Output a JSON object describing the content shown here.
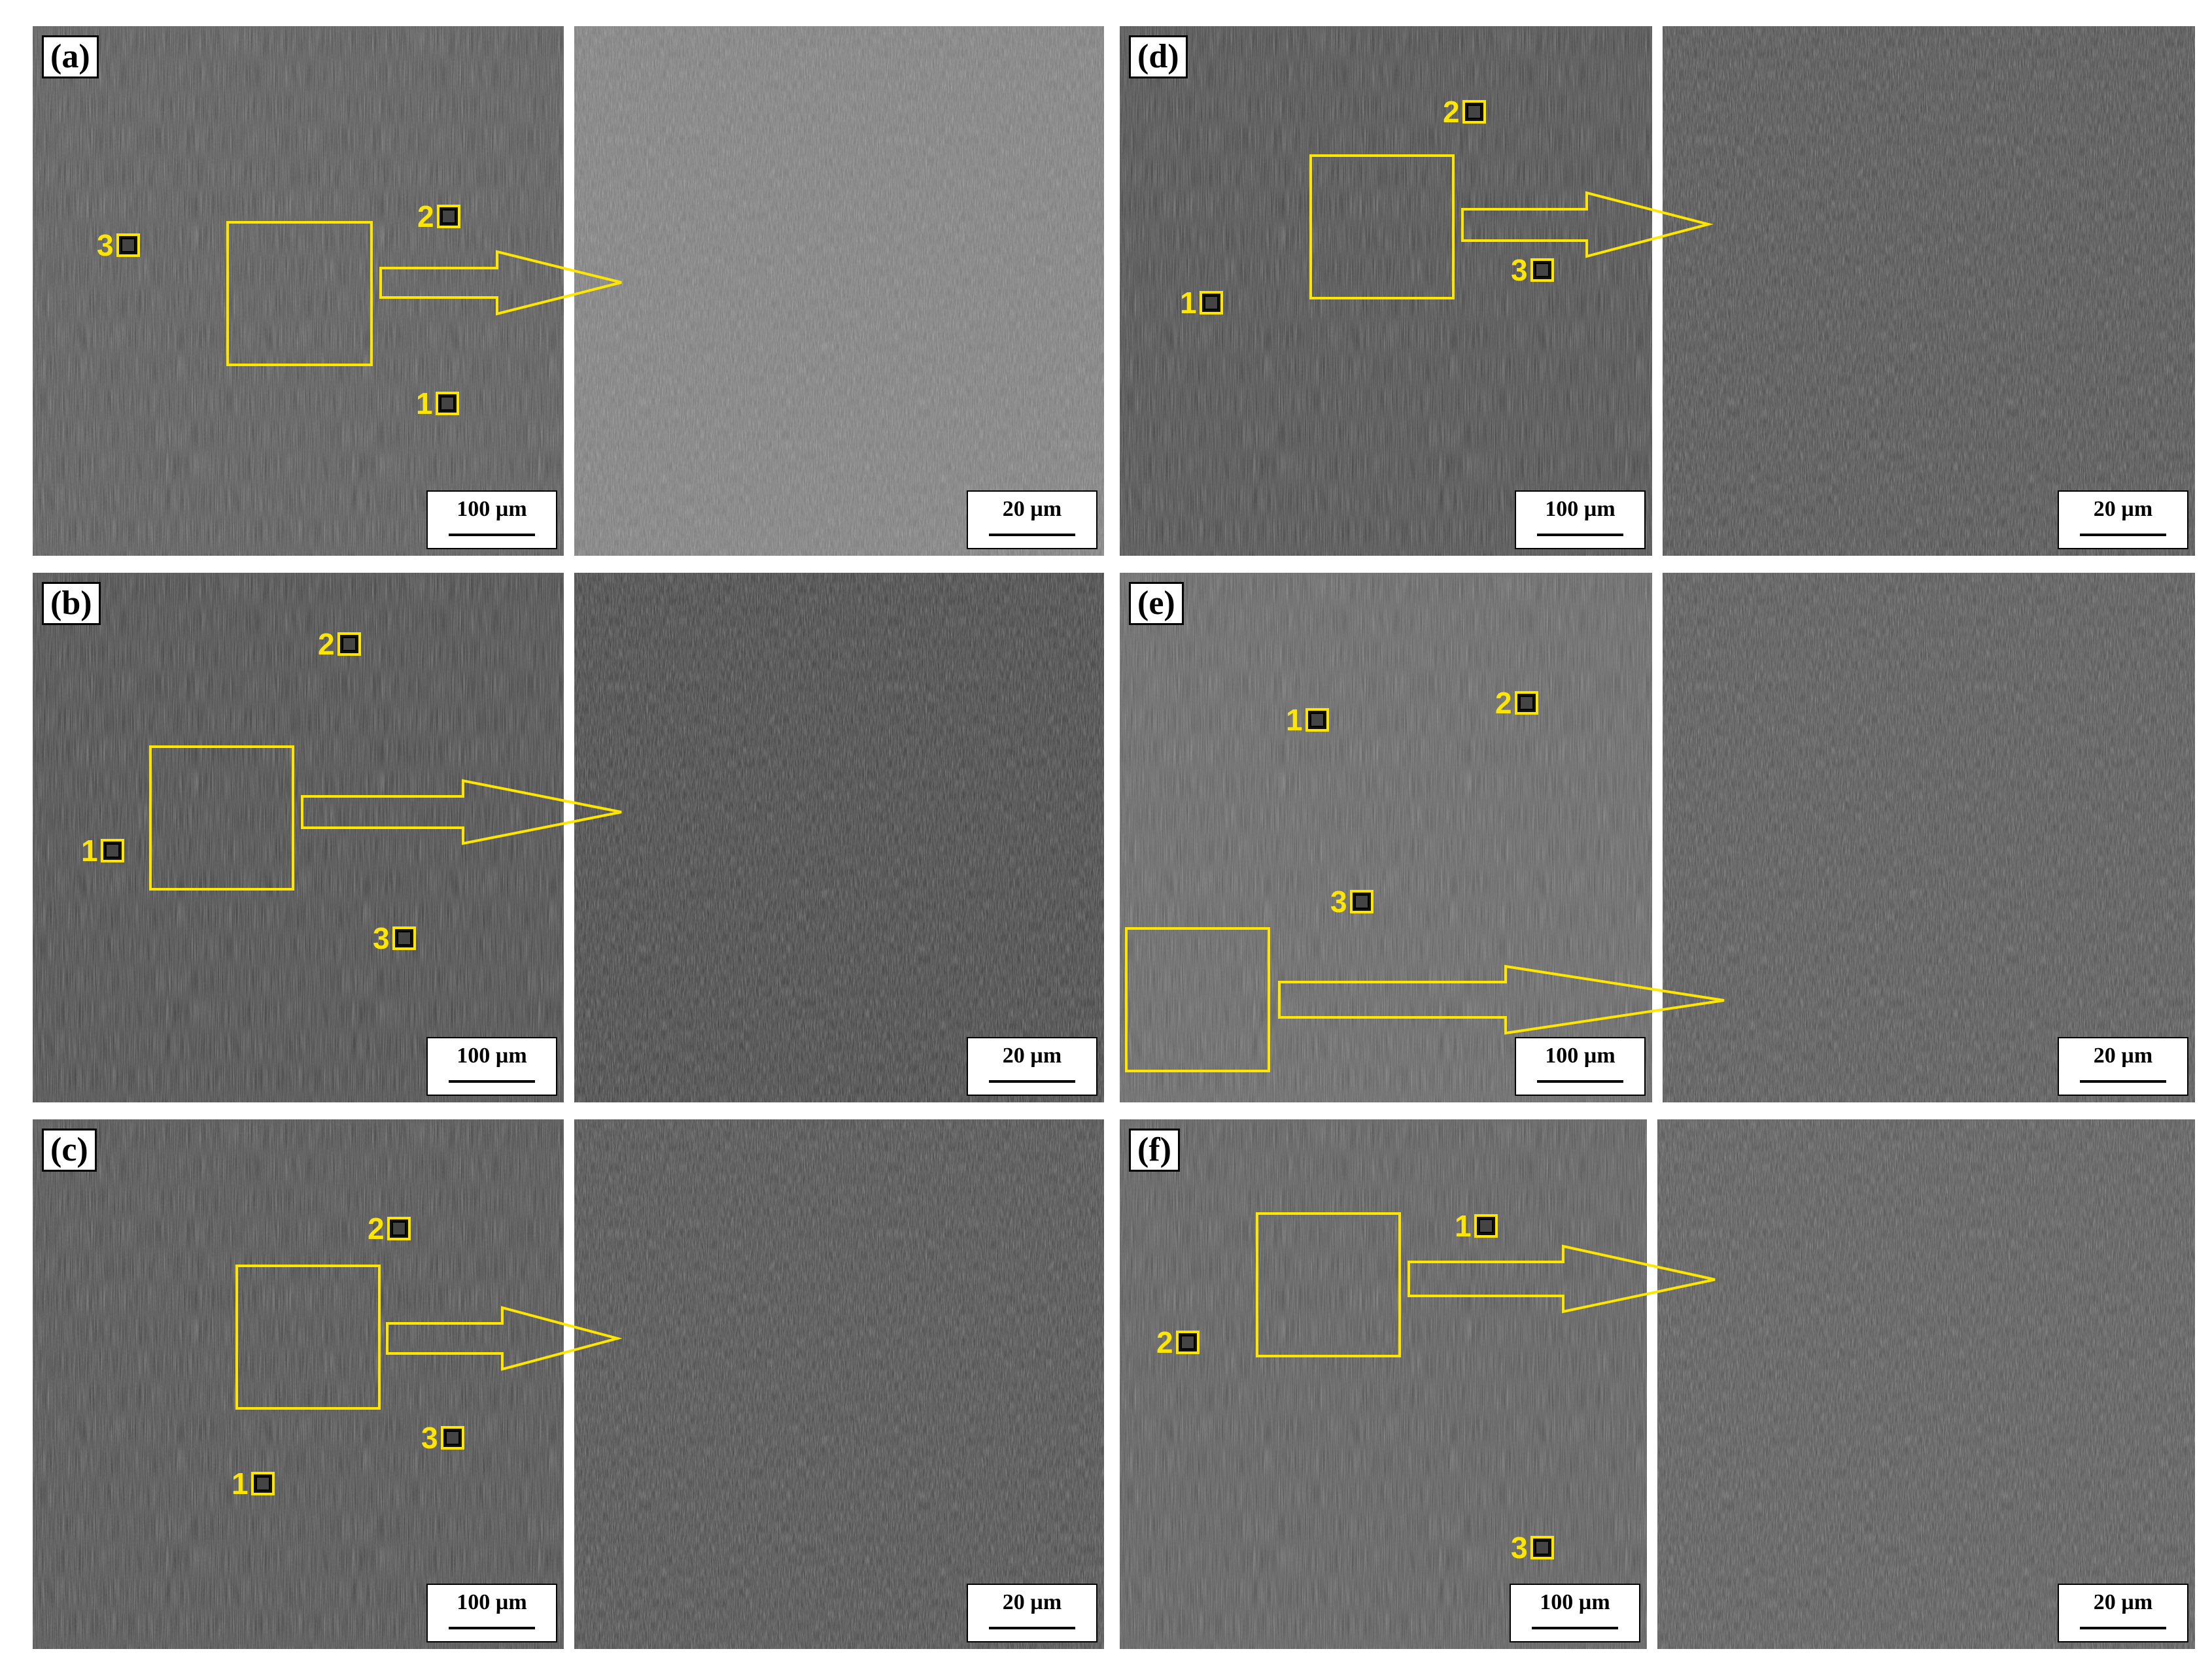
{
  "figure": {
    "rows": [
      [
        {
          "label": "(a)",
          "scale_low": "100 µm",
          "scale_high": "20 µm",
          "markers": [
            "1",
            "2",
            "3"
          ]
        },
        {
          "label": "(d)",
          "scale_low": "100 µm",
          "scale_high": "20 µm",
          "markers": [
            "1",
            "2",
            "3"
          ]
        }
      ],
      [
        {
          "label": "(b)",
          "scale_low": "100 µm",
          "scale_high": "20 µm",
          "markers": [
            "1",
            "2",
            "3"
          ]
        },
        {
          "label": "(e)",
          "scale_low": "100 µm",
          "scale_high": "20 µm",
          "markers": [
            "1",
            "2",
            "3"
          ]
        }
      ],
      [
        {
          "label": "(c)",
          "scale_low": "100 µm",
          "scale_high": "20 µm",
          "markers": [
            "1",
            "2",
            "3"
          ]
        },
        {
          "label": "(f)",
          "scale_low": "100 µm",
          "scale_high": "20 µm",
          "markers": [
            "1",
            "2",
            "3"
          ]
        }
      ]
    ]
  },
  "colors": {
    "annotation": "#ffe600",
    "sem_dark": "#3a3a3a",
    "sem_light": "#8a8a8a"
  }
}
